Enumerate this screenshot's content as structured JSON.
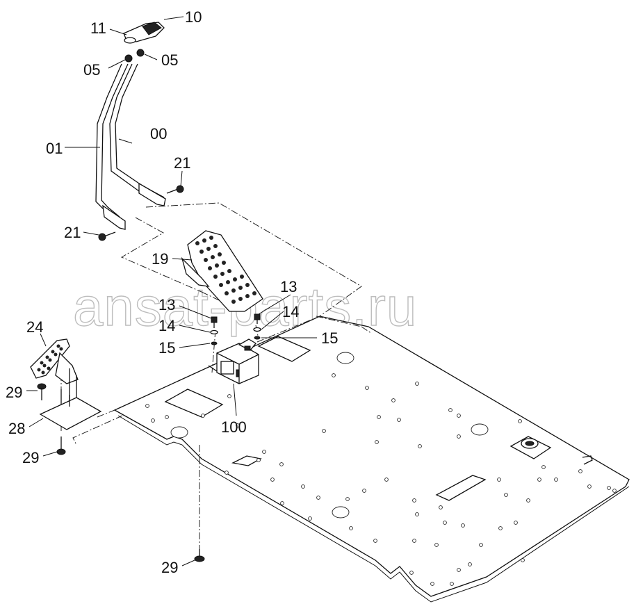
{
  "labels": {
    "l10": "10",
    "l11": "11",
    "l05a": "05",
    "l05b": "05",
    "l00": "00",
    "l01": "01",
    "l21a": "21",
    "l21b": "21",
    "l19": "19",
    "l13a": "13",
    "l13b": "13",
    "l14a": "14",
    "l14b": "14",
    "l15a": "15",
    "l15b": "15",
    "l24": "24",
    "l100": "100",
    "l29a": "29",
    "l29b": "29",
    "l29c": "29",
    "l28": "28"
  },
  "watermark": "ansat-parts.ru"
}
